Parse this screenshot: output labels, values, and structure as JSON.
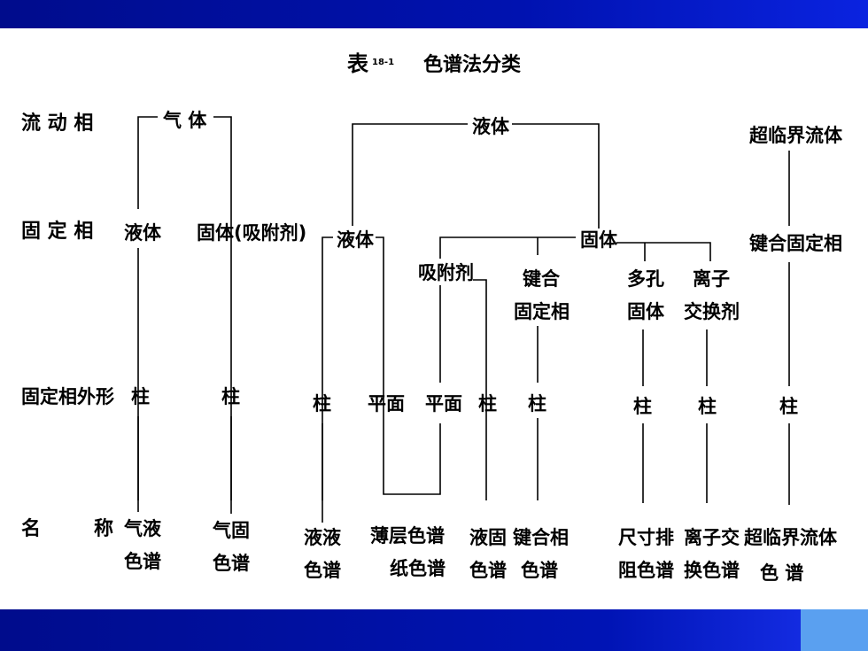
{
  "title": {
    "prefix": "表",
    "number": "18-1",
    "text": "色谱法分类"
  },
  "row_labels": {
    "mobile": "流 动 相",
    "stationary": "固 定 相",
    "shape": "固定相外形",
    "name_a": "名",
    "name_b": "称"
  },
  "mobile": {
    "gas": "气 体",
    "liquid": "液体",
    "supercritical": "超临界流体"
  },
  "stationary": {
    "liquid1": "液体",
    "solid_adsorbent": "固体(吸附剂)",
    "liquid2": "液体",
    "solid": "固体",
    "bonded": "键合固定相",
    "adsorbent": "吸附剂",
    "bonded_phase": [
      "键合",
      "固定相"
    ],
    "porous": [
      "多孔",
      "固体"
    ],
    "ion_exchanger": [
      "离子",
      "交换剂"
    ]
  },
  "shapes": {
    "column": "柱",
    "plane": "平面"
  },
  "names": {
    "gas_liquid": [
      "气液",
      "色谱"
    ],
    "gas_solid": [
      "气固",
      "色谱"
    ],
    "liquid_liquid": [
      "液液",
      "色谱"
    ],
    "tlc_paper": [
      "薄层色谱",
      "纸色谱"
    ],
    "liquid_solid": [
      "液固",
      "色谱"
    ],
    "bonded_phase": [
      "键合相",
      "色谱"
    ],
    "size_exclusion": [
      "尺寸排",
      "阻色谱"
    ],
    "ion_exchange": [
      "离子交",
      "换色谱"
    ],
    "supercritical": [
      "超临界流体",
      "色 谱"
    ]
  },
  "colors": {
    "bar": "#0012b0",
    "corner": "#5aa0f0"
  }
}
